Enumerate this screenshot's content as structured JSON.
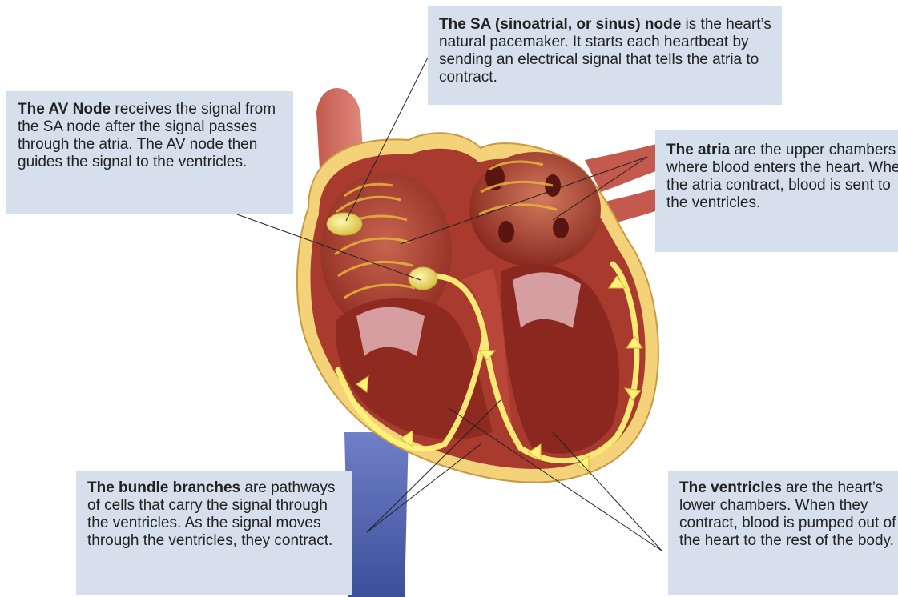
{
  "callouts": {
    "sa": {
      "lead": "The SA (sinoatrial, or sinus) node",
      "body": " is the heart’s natural pacemaker. It starts each heartbeat by sending an electrical signal that tells the atria to contract."
    },
    "av": {
      "lead": "The AV Node",
      "body": " receives the signal from the SA node after the signal passes through the atria. The AV node then guides the signal to the ventricles."
    },
    "atria": {
      "lead": "The atria",
      "body": " are the upper chambers where blood enters the heart. When the atria contract, blood is sent to the ventricles."
    },
    "bundle": {
      "lead": "The bundle branches",
      "body": " are pathways of cells that carry the signal through the ventricles. As the signal moves through the ventricles, they contract."
    },
    "ventricles": {
      "lead": "The ventricles",
      "body": " are the heart’s lower chambers. When they contract, blood is pumped out of the heart to the rest of the body."
    }
  },
  "colors": {
    "callout_bg": "#d6e0ec",
    "muscle": "#a83a2e",
    "muscle_dark": "#7a2119",
    "chamber": "#b9503f",
    "fat": "#f3d27a",
    "signal": "#fff27a",
    "vein": "#5a6fb5",
    "node": "#f4e27a"
  }
}
